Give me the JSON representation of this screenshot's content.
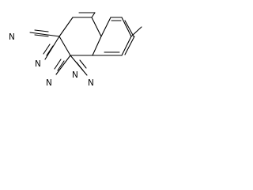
{
  "labels": {
    "cn_top": "N",
    "cn_left": "N",
    "cn_mid": "N",
    "cn_lower_left": "N",
    "cn_lower_right": "N"
  }
}
